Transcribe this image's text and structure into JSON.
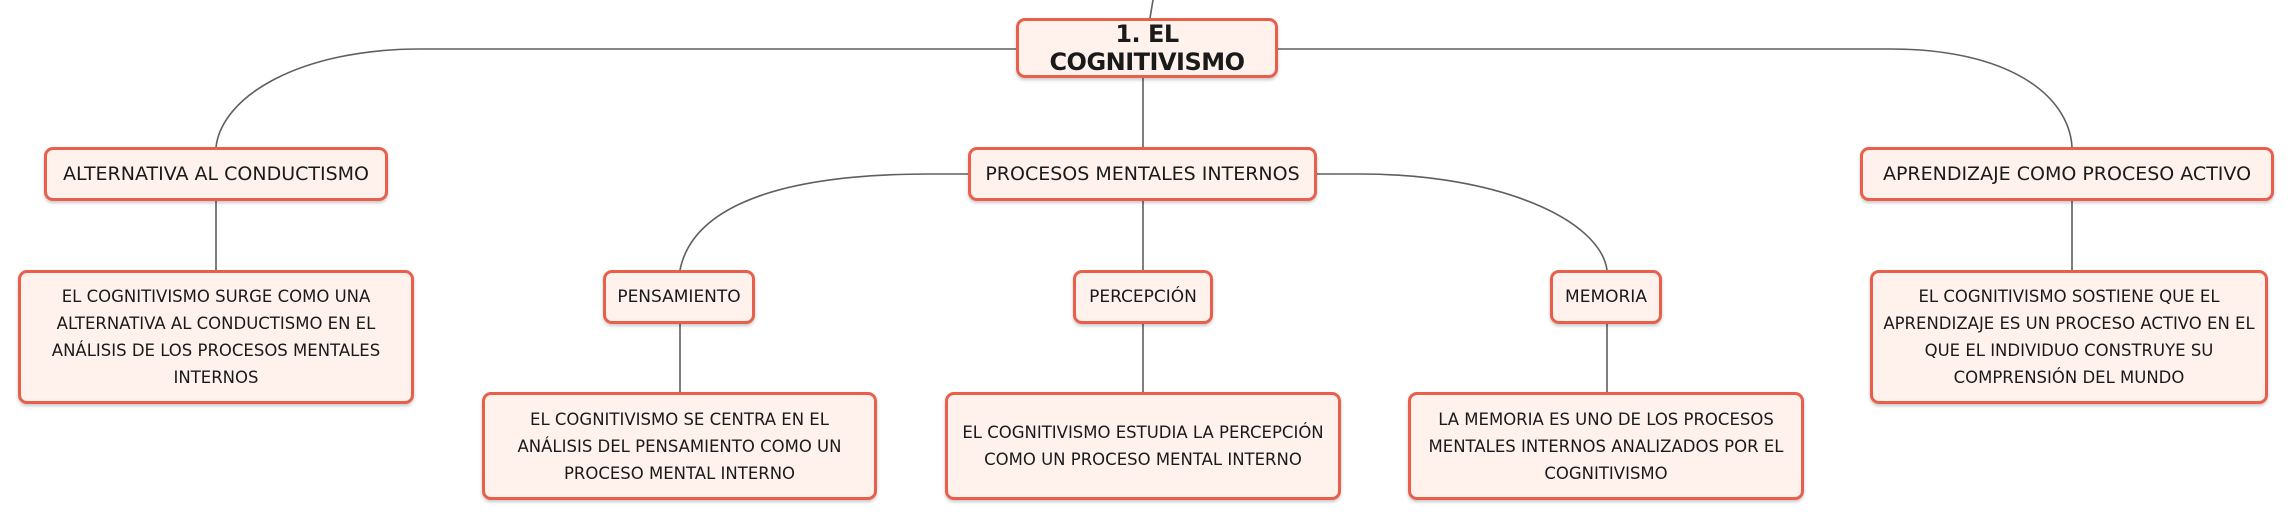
{
  "colors": {
    "node_border": "#e8604c",
    "node_fill": "#fff2ed",
    "line": "#5f5f5f"
  },
  "root": {
    "label": "1. EL COGNITIVISMO"
  },
  "branches": {
    "left": {
      "label": "ALTERNATIVA AL CONDUCTISMO",
      "detail": "EL COGNITIVISMO SURGE COMO UNA ALTERNATIVA AL CONDUCTISMO EN EL ANÁLISIS DE LOS PROCESOS MENTALES INTERNOS"
    },
    "center": {
      "label": "PROCESOS MENTALES INTERNOS",
      "children": {
        "pensamiento": {
          "label": "PENSAMIENTO",
          "detail": "EL COGNITIVISMO SE CENTRA EN EL ANÁLISIS DEL PENSAMIENTO COMO UN PROCESO MENTAL INTERNO"
        },
        "percepcion": {
          "label": "PERCEPCIÓN",
          "detail": "EL COGNITIVISMO ESTUDIA LA PERCEPCIÓN COMO UN PROCESO MENTAL INTERNO"
        },
        "memoria": {
          "label": "MEMORIA",
          "detail": "LA MEMORIA ES UNO DE LOS PROCESOS MENTALES INTERNOS ANALIZADOS POR EL COGNITIVISMO"
        }
      }
    },
    "right": {
      "label": "APRENDIZAJE COMO PROCESO ACTIVO",
      "detail": "EL COGNITIVISMO SOSTIENE QUE EL APRENDIZAJE ES UN PROCESO ACTIVO EN EL QUE EL INDIVIDUO CONSTRUYE SU COMPRENSIÓN DEL MUNDO"
    }
  }
}
